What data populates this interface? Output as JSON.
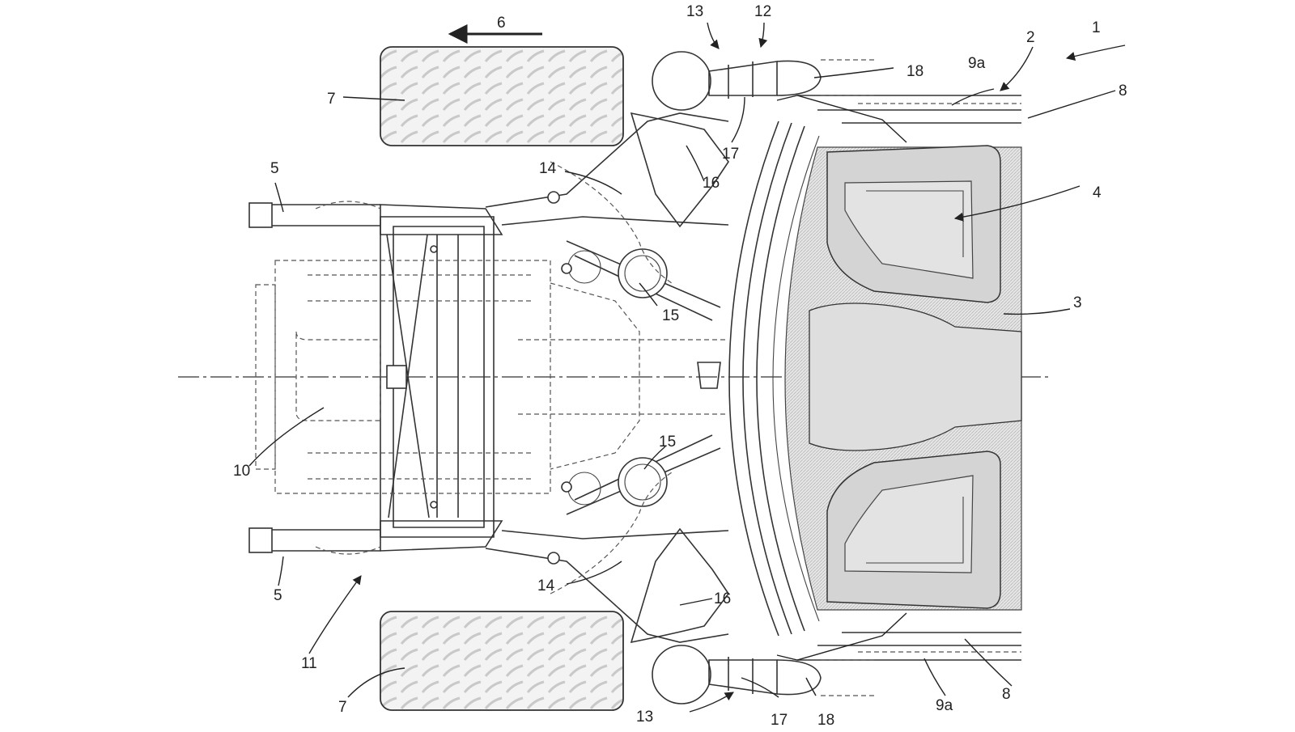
{
  "labels": {
    "n1": "1",
    "n2": "2",
    "n3": "3",
    "n4": "4",
    "n5_top": "5",
    "n5_bottom": "5",
    "n6": "6",
    "n7_top": "7",
    "n7_bottom": "7",
    "n8_top": "8",
    "n8_bottom": "8",
    "n9a_top": "9a",
    "n9a_bottom": "9a",
    "n10": "10",
    "n11": "11",
    "n12": "12",
    "n13_top": "13",
    "n13_bottom": "13",
    "n14_top": "14",
    "n14_bottom": "14",
    "n15_top": "15",
    "n15_bottom": "15",
    "n16_top": "16",
    "n16_bottom": "16",
    "n17_top": "17",
    "n17_bottom": "17",
    "n18_top": "18",
    "n18_bottom": "18"
  },
  "colors": {
    "line": "#333333",
    "shade": "#d9d9d9",
    "background": "#ffffff"
  }
}
